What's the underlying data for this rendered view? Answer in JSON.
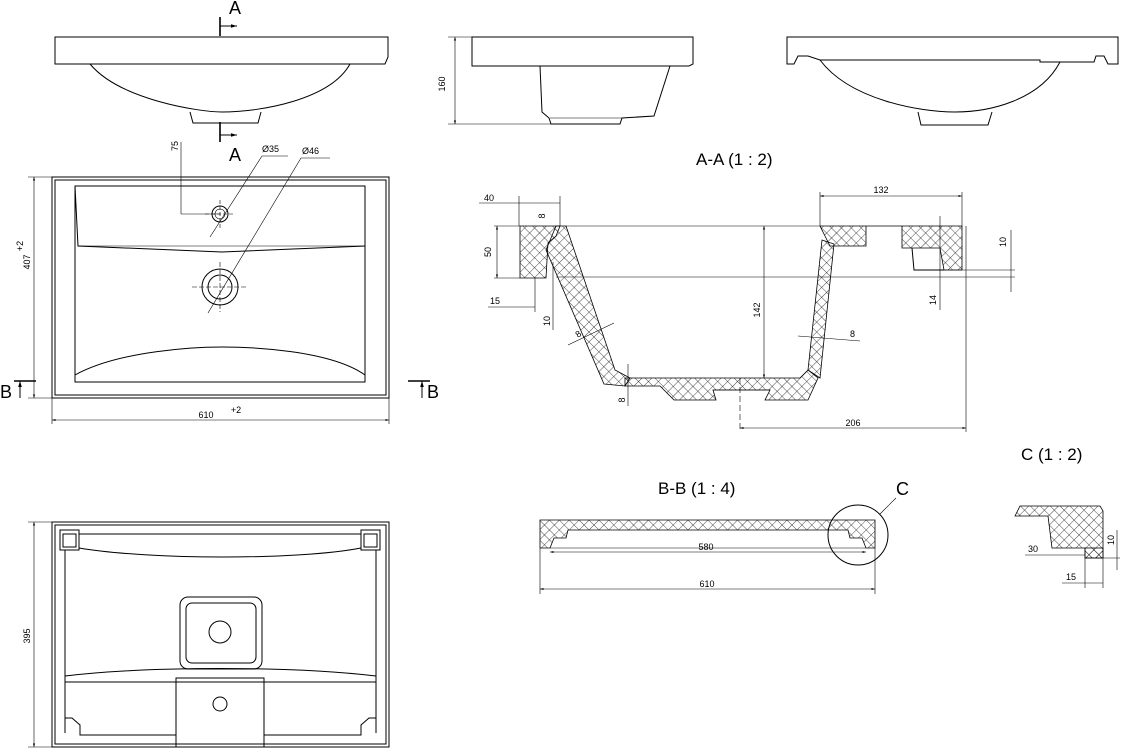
{
  "section_marks": {
    "a_top": "A",
    "a_bottom": "A",
    "b_left": "B",
    "b_right": "B",
    "c_callout": "C"
  },
  "titles": {
    "section_aa": "A-A (1 : 2)",
    "section_bb": "B-B (1 : 4)",
    "detail_c": "C (1 : 2)"
  },
  "top_view": {
    "dim_75": "75",
    "dim_dia35": "Ø35",
    "dim_dia46": "Ø46",
    "dim_depth": "407",
    "dim_depth_tol": "+2",
    "dim_width": "610",
    "dim_width_tol": "+2"
  },
  "side_view": {
    "dim_height": "160"
  },
  "bottom_view": {
    "dim_depth": "395"
  },
  "section_aa_dims": {
    "d40": "40",
    "d8_top": "8",
    "d50": "50",
    "d15": "15",
    "d10_left": "10",
    "d8_wall_left": "8",
    "d142": "142",
    "d8_bottom": "8",
    "d132": "132",
    "d10_right": "10",
    "d14": "14",
    "d8_wall_right": "8",
    "d206": "206"
  },
  "section_bb_dims": {
    "d580": "580",
    "d610": "610"
  },
  "detail_c_dims": {
    "d10": "10",
    "d30": "30",
    "d15": "15"
  },
  "icons": [
    "arrow-up-icon",
    "arrow-right-icon",
    "arrow-left-icon"
  ]
}
